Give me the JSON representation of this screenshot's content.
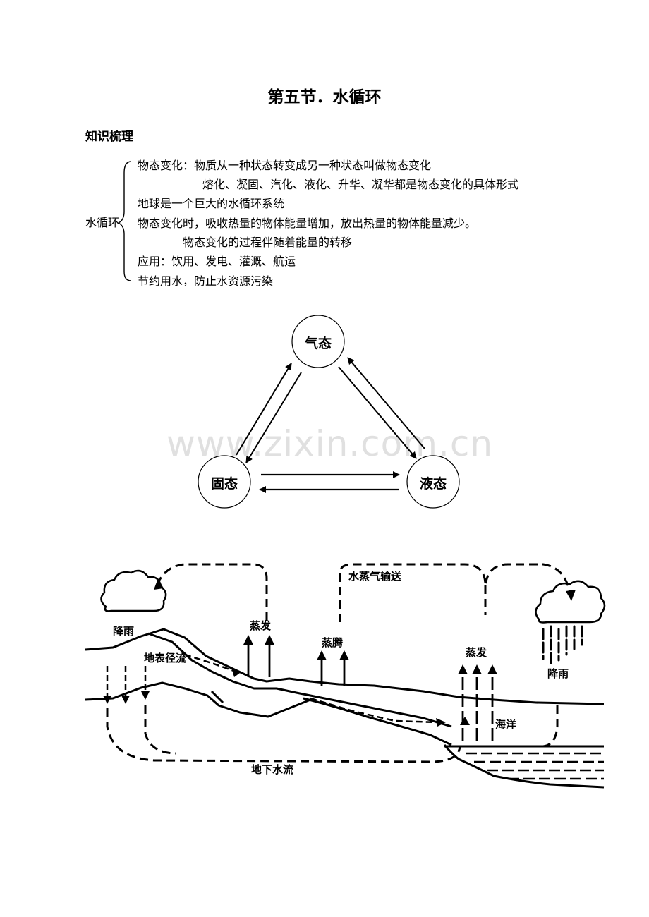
{
  "title": "第五节．水循环",
  "section_heading": "知识梳理",
  "outline": {
    "root_label": "水循环",
    "lines": [
      "物态变化：物质从一种状态转变成另一种状态叫做物态变化",
      "熔化、凝固、汽化、液化、升华、凝华都是物态变化的具体形式",
      "地球是一个巨大的水循环系统",
      "物态变化时，吸收热量的物体能量增加，放出热量的物体能量减少。",
      "物态变化的过程伴随着能量的转移",
      "应用：饮用、发电、灌溉、航运",
      "节约用水，防止水资源污染"
    ]
  },
  "state_diagram": {
    "gas": "气态",
    "solid": "固态",
    "liquid": "液态"
  },
  "watermark": "www.zixin.com.cn",
  "cycle_diagram": {
    "vapor_transport": "水蒸气输送",
    "rain_left": "降雨",
    "surface_runoff": "地表径流",
    "evaporation_land": "蒸发",
    "transpiration": "蒸腾",
    "evaporation_sea": "蒸发",
    "rain_right": "降雨",
    "ocean": "海洋",
    "groundwater": "地下水流"
  }
}
